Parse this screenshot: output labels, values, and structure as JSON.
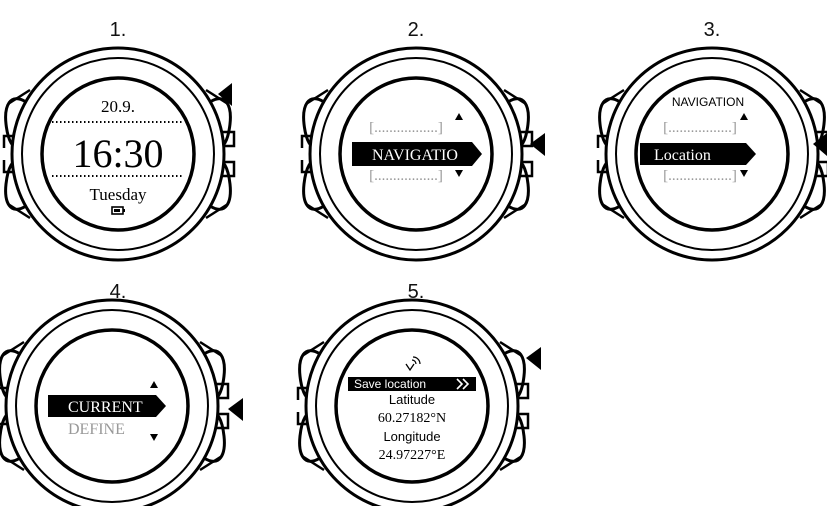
{
  "steps": [
    {
      "number": "1.",
      "screen": {
        "date": "20.9.",
        "time": "16:30",
        "day": "Tuesday"
      }
    },
    {
      "number": "2.",
      "screen": {
        "menu_above": "[.................]",
        "selected": "NAVIGATIO",
        "menu_below": "[.................]"
      }
    },
    {
      "number": "3.",
      "screen": {
        "header": "NAVIGATION",
        "menu_above": "[.................]",
        "selected": "Location",
        "menu_below": "[.................]"
      }
    },
    {
      "number": "4.",
      "screen": {
        "selected": "CURRENT",
        "below": "DEFINE"
      }
    },
    {
      "number": "5.",
      "screen": {
        "selected": "Save location",
        "latitude_label": "Latitude",
        "latitude_value": "60.27182°N",
        "longitude_label": "Longitude",
        "longitude_value": "24.97227°E"
      }
    }
  ]
}
